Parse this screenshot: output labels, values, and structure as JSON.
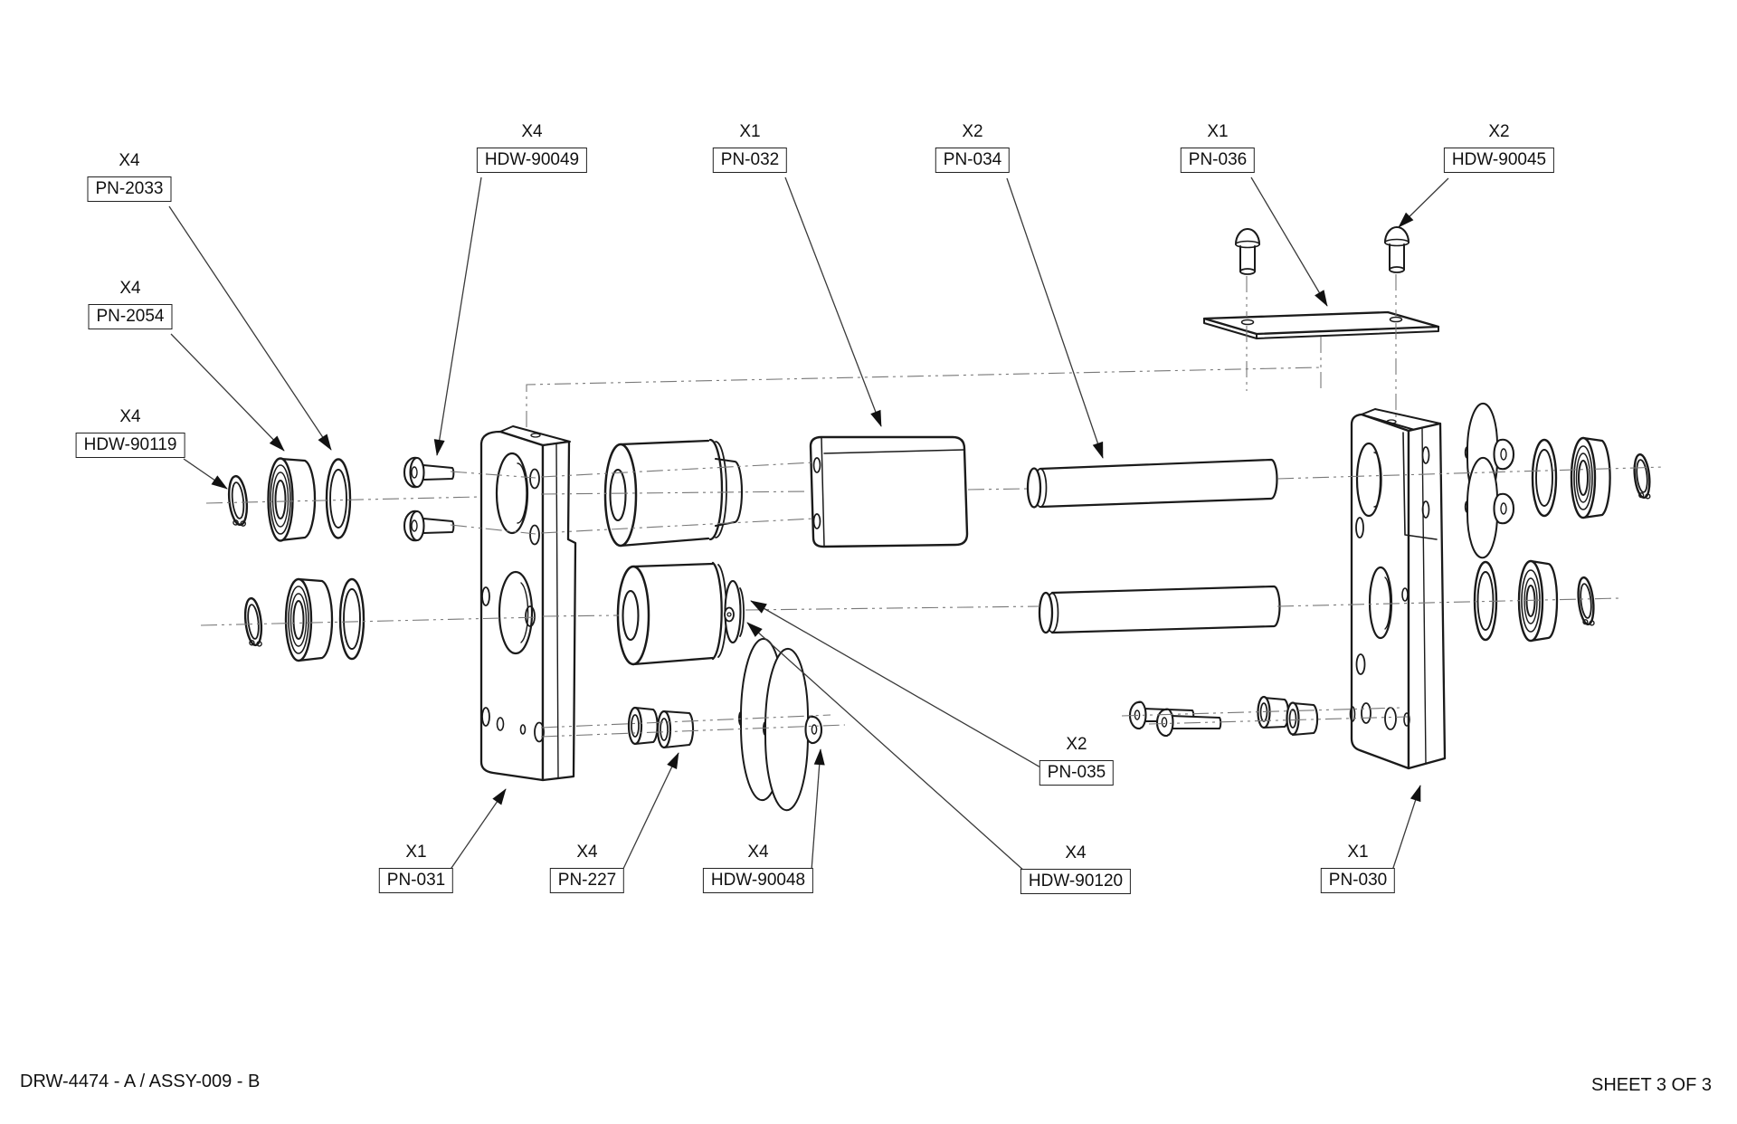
{
  "sheet": {
    "footer_left": "DRW-4474 - A / ASSY-009 - B",
    "footer_right": "SHEET 3 OF 3",
    "line_color": "#1a1a1a",
    "centerline_color": "#787878",
    "background": "#ffffff"
  },
  "callouts": [
    {
      "qty": "X4",
      "part": "PN-2033"
    },
    {
      "qty": "X4",
      "part": "PN-2054"
    },
    {
      "qty": "X4",
      "part": "HDW-90119"
    },
    {
      "qty": "X4",
      "part": "HDW-90049"
    },
    {
      "qty": "X1",
      "part": "PN-032"
    },
    {
      "qty": "X2",
      "part": "PN-034"
    },
    {
      "qty": "X1",
      "part": "PN-036"
    },
    {
      "qty": "X2",
      "part": "HDW-90045"
    },
    {
      "qty": "X1",
      "part": "PN-031"
    },
    {
      "qty": "X4",
      "part": "PN-227"
    },
    {
      "qty": "X4",
      "part": "HDW-90048"
    },
    {
      "qty": "X2",
      "part": "PN-035"
    },
    {
      "qty": "X4",
      "part": "HDW-90120"
    },
    {
      "qty": "X1",
      "part": "PN-030"
    }
  ]
}
